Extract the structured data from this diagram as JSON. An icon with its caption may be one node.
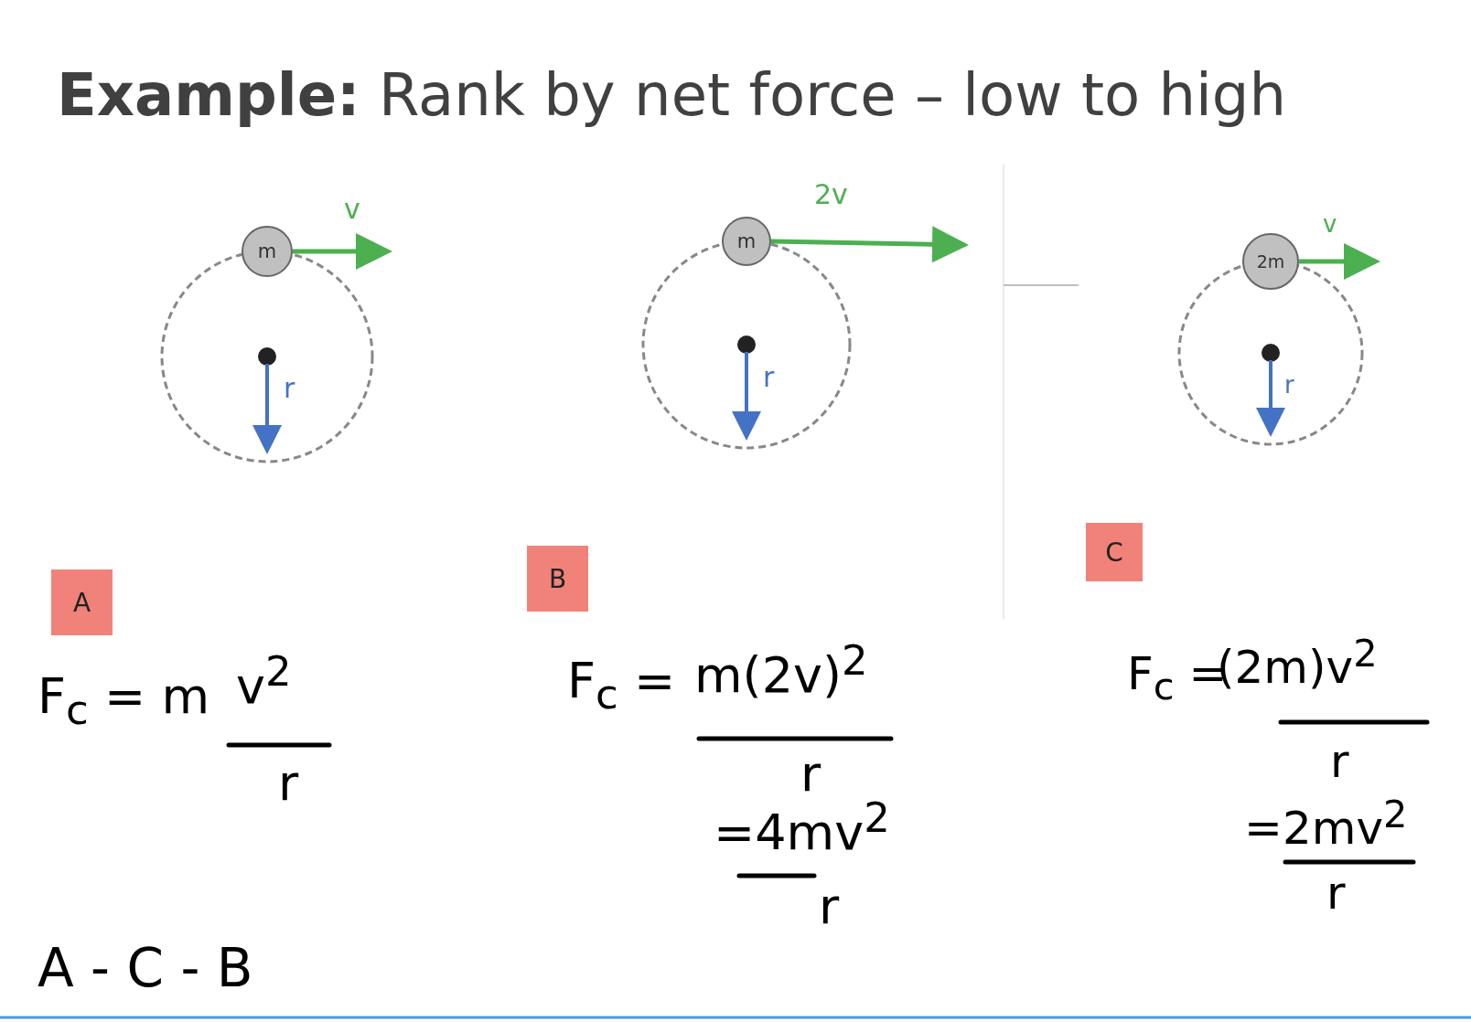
{
  "diagram": {
    "title": "**Example:**  Rank by net force – low to high",
    "nodes": [
      {
        "text": [
          "m"
        ]
      },
      {
        "text": [
          "m"
        ]
      },
      {
        "text": [
          "2m"
        ]
      },
      {
        "text": [
          "A"
        ]
      },
      {
        "text": [
          "B"
        ]
      },
      {
        "text": [
          "C"
        ]
      }
    ],
    "edges": [],
    "labels": [
      "v",
      "r",
      "2v",
      "r",
      "v",
      "r",
      "F$_{c}$ = m",
      "v$^{2}$",
      "r",
      "F$_{c}$ =",
      "m(2v)$^{2}$",
      "r",
      "=4mv$^{2}$",
      "r",
      "F$_{c}$ =",
      "(2m)v$^{2}$",
      "r",
      "=2mv$^{2}$",
      "r",
      "A - C - B"
    ]
  }
}
